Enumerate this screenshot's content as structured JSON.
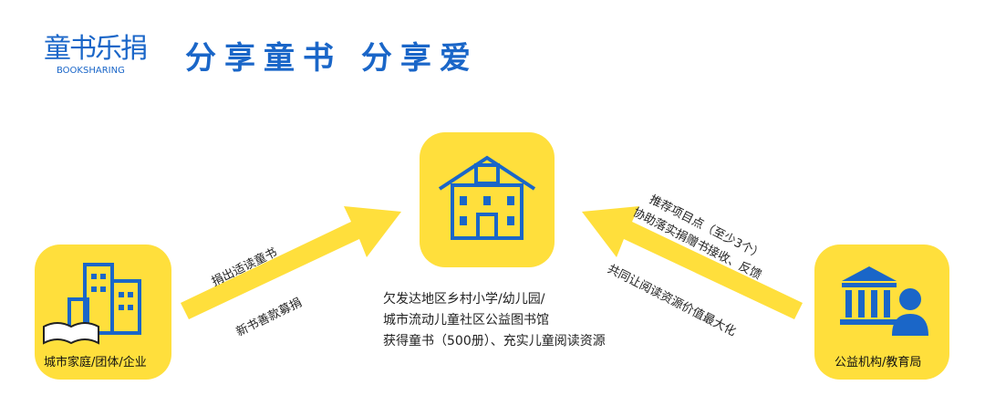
{
  "logo": {
    "cn": "童书乐捐",
    "en": "BOOKSHARING"
  },
  "slogan": "分享童书  分享爱",
  "left_node": {
    "label": "城市家庭/团体/企业",
    "icon": "buildings-book-icon"
  },
  "center_node": {
    "icon": "school-building-icon",
    "lines": [
      "欠发达地区乡村小学/幼儿园/",
      "城市流动儿童社区公益图书馆",
      "获得童书（500册）、充实儿童阅读资源"
    ]
  },
  "right_node": {
    "label": "公益机构/教育局",
    "icon": "institution-person-icon"
  },
  "left_arrow": {
    "top": "捐出适读童书",
    "bottom": "新书善款募捐"
  },
  "right_arrow": {
    "top1": "推荐项目点（至少3个）",
    "top2": "协助落实捐赠书接收、反馈",
    "bottom": "共同让阅读资源价值最大化"
  },
  "colors": {
    "yellow": "#ffdf3c",
    "blue": "#1a66c8"
  }
}
